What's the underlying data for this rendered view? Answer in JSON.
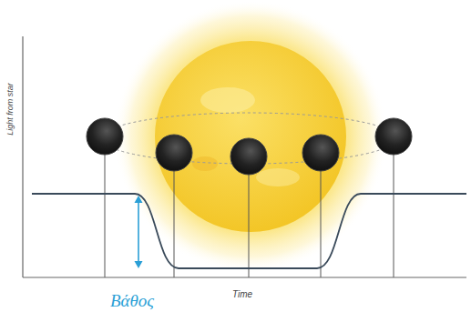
{
  "diagram": {
    "labels": [
      "Light from star",
      "Time",
      "Βάθος"
    ]
  }
}
